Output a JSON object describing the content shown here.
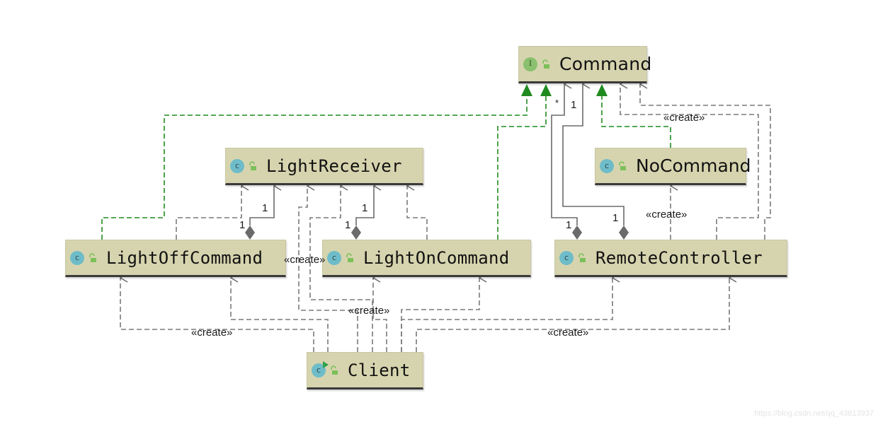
{
  "diagram": {
    "type": "uml-class-diagram",
    "nodes": {
      "command": {
        "name": "Command",
        "kind": "interface",
        "kind_glyph": "I",
        "visibility_icon": "lock-open-icon"
      },
      "light_receiver": {
        "name": "LightReceiver",
        "kind": "class",
        "kind_glyph": "c",
        "visibility_icon": "lock-open-icon"
      },
      "no_command": {
        "name": "NoCommand",
        "kind": "class",
        "kind_glyph": "c",
        "visibility_icon": "lock-open-icon"
      },
      "light_off_command": {
        "name": "LightOffCommand",
        "kind": "class",
        "kind_glyph": "c",
        "visibility_icon": "lock-open-icon"
      },
      "light_on_command": {
        "name": "LightOnCommand",
        "kind": "class",
        "kind_glyph": "c",
        "visibility_icon": "lock-open-icon"
      },
      "remote_controller": {
        "name": "RemoteController",
        "kind": "class",
        "kind_glyph": "c",
        "visibility_icon": "lock-open-icon"
      },
      "client": {
        "name": "Client",
        "kind": "runnable-class",
        "kind_glyph": "c",
        "visibility_icon": "lock-open-icon"
      }
    },
    "edges": [
      {
        "from": "LightOffCommand",
        "to": "Command",
        "type": "realization"
      },
      {
        "from": "LightOnCommand",
        "to": "Command",
        "type": "realization"
      },
      {
        "from": "NoCommand",
        "to": "Command",
        "type": "realization"
      },
      {
        "from": "RemoteController",
        "to": "Command",
        "type": "composition",
        "source_multiplicity": "1",
        "target_multiplicity": "*"
      },
      {
        "from": "RemoteController",
        "to": "Command",
        "type": "composition",
        "source_multiplicity": "1",
        "target_multiplicity": "1"
      },
      {
        "from": "RemoteController",
        "to": "Command",
        "type": "dependency",
        "stereotype": "«create»"
      },
      {
        "from": "RemoteController",
        "to": "Command",
        "type": "dependency"
      },
      {
        "from": "RemoteController",
        "to": "NoCommand",
        "type": "dependency",
        "stereotype": "«create»"
      },
      {
        "from": "LightOffCommand",
        "to": "LightReceiver",
        "type": "composition",
        "source_multiplicity": "1",
        "target_multiplicity": "1"
      },
      {
        "from": "LightOffCommand",
        "to": "LightReceiver",
        "type": "dependency"
      },
      {
        "from": "LightOnCommand",
        "to": "LightReceiver",
        "type": "composition",
        "source_multiplicity": "1",
        "target_multiplicity": "1"
      },
      {
        "from": "LightOnCommand",
        "to": "LightReceiver",
        "type": "dependency"
      },
      {
        "from": "Client",
        "to": "LightReceiver",
        "type": "dependency",
        "stereotype": "«create»"
      },
      {
        "from": "Client",
        "to": "LightReceiver",
        "type": "dependency"
      },
      {
        "from": "Client",
        "to": "LightOffCommand",
        "type": "dependency",
        "stereotype": "«create»"
      },
      {
        "from": "Client",
        "to": "LightOffCommand",
        "type": "dependency"
      },
      {
        "from": "Client",
        "to": "LightOnCommand",
        "type": "dependency",
        "stereotype": "«create»"
      },
      {
        "from": "Client",
        "to": "LightOnCommand",
        "type": "dependency"
      },
      {
        "from": "Client",
        "to": "RemoteController",
        "type": "dependency",
        "stereotype": "«create»"
      },
      {
        "from": "Client",
        "to": "RemoteController",
        "type": "dependency"
      }
    ],
    "labels": {
      "create": "«create»",
      "mult_star": "*",
      "mult_one": "1"
    },
    "colors": {
      "node_fill": "#d6d4ae",
      "realization": "#1f8a1f",
      "dependency": "#7a7a7a",
      "composition": "#6b6b6b"
    }
  },
  "watermark": "https://blog.csdn.net/qq_43813937"
}
